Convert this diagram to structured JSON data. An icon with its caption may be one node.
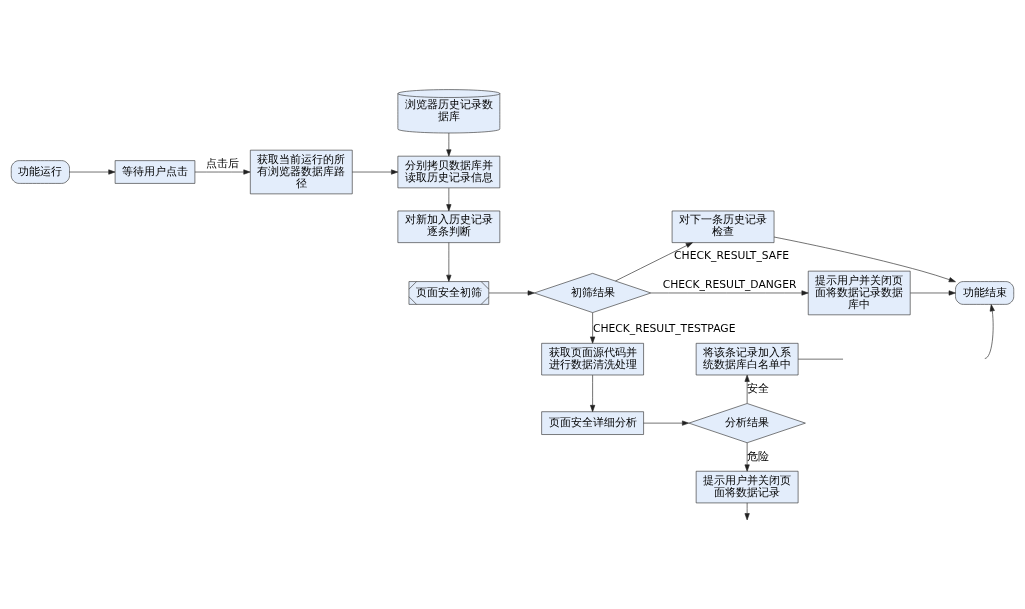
{
  "diagram": {
    "nodes": [
      {
        "text": [
          "功能运行"
        ]
      },
      {
        "text": [
          "等待用户点击"
        ]
      },
      {
        "text": [
          "获取当前运行的所有浏览器数据库路径"
        ]
      },
      {
        "text": [
          "浏览器历史记录数据库"
        ]
      },
      {
        "text": [
          "分别拷贝数据库并读取历史记录信息"
        ]
      },
      {
        "text": [
          "对新加入历史记录逐条判断"
        ]
      },
      {
        "text": [
          "页面安全初筛"
        ]
      },
      {
        "text": [
          "初筛结果"
        ]
      },
      {
        "text": [
          "对下一条历史记录检查"
        ]
      },
      {
        "text": [
          "提示用户并关闭页面将数据记录数据库中"
        ]
      },
      {
        "text": [
          "功能结束"
        ]
      },
      {
        "text": [
          "获取页面源代码并进行数据清洗处理"
        ]
      },
      {
        "text": [
          "页面安全详细分析"
        ]
      },
      {
        "text": [
          "分析结果"
        ]
      },
      {
        "text": [
          "将该条记录加入系统数据库白名单中"
        ]
      },
      {
        "text": [
          "提示用户并关闭页面将数据记录"
        ]
      }
    ],
    "edges": [
      {
        "from": 0,
        "to": 1,
        "arrow": "to"
      },
      {
        "from": 1,
        "to": 2,
        "arrow": "to",
        "label": "点击后"
      },
      {
        "from": 2,
        "to": 4,
        "arrow": "to"
      },
      {
        "from": 3,
        "to": 4,
        "arrow": "to"
      },
      {
        "from": 4,
        "to": 5,
        "arrow": "to"
      },
      {
        "from": 5,
        "to": 6,
        "arrow": "to"
      },
      {
        "from": 6,
        "to": 7,
        "arrow": "to"
      },
      {
        "from": 7,
        "to": 8,
        "arrow": "to",
        "label": "CHECK_RESULT_SAFE"
      },
      {
        "from": 7,
        "to": 9,
        "arrow": "to",
        "label": "CHECK_RESULT_DANGER"
      },
      {
        "from": 7,
        "to": 11,
        "arrow": "to",
        "label": "CHECK_RESULT_TESTPAGE"
      },
      {
        "from": 8,
        "to": 10,
        "arrow": "to"
      },
      {
        "from": 9,
        "to": 10,
        "arrow": "to"
      },
      {
        "from": 11,
        "to": 12,
        "arrow": "to"
      },
      {
        "from": 12,
        "to": 13,
        "arrow": "to"
      },
      {
        "from": 13,
        "to": 14,
        "arrow": "to",
        "label": "安全"
      },
      {
        "from": 13,
        "to": 15,
        "arrow": "to",
        "label": "危险"
      },
      {
        "from": 14,
        "to": null,
        "arrow": "none"
      },
      {
        "from": 15,
        "to": null,
        "arrow": "to"
      },
      {
        "from": null,
        "to": 10,
        "arrow": "to"
      }
    ]
  }
}
